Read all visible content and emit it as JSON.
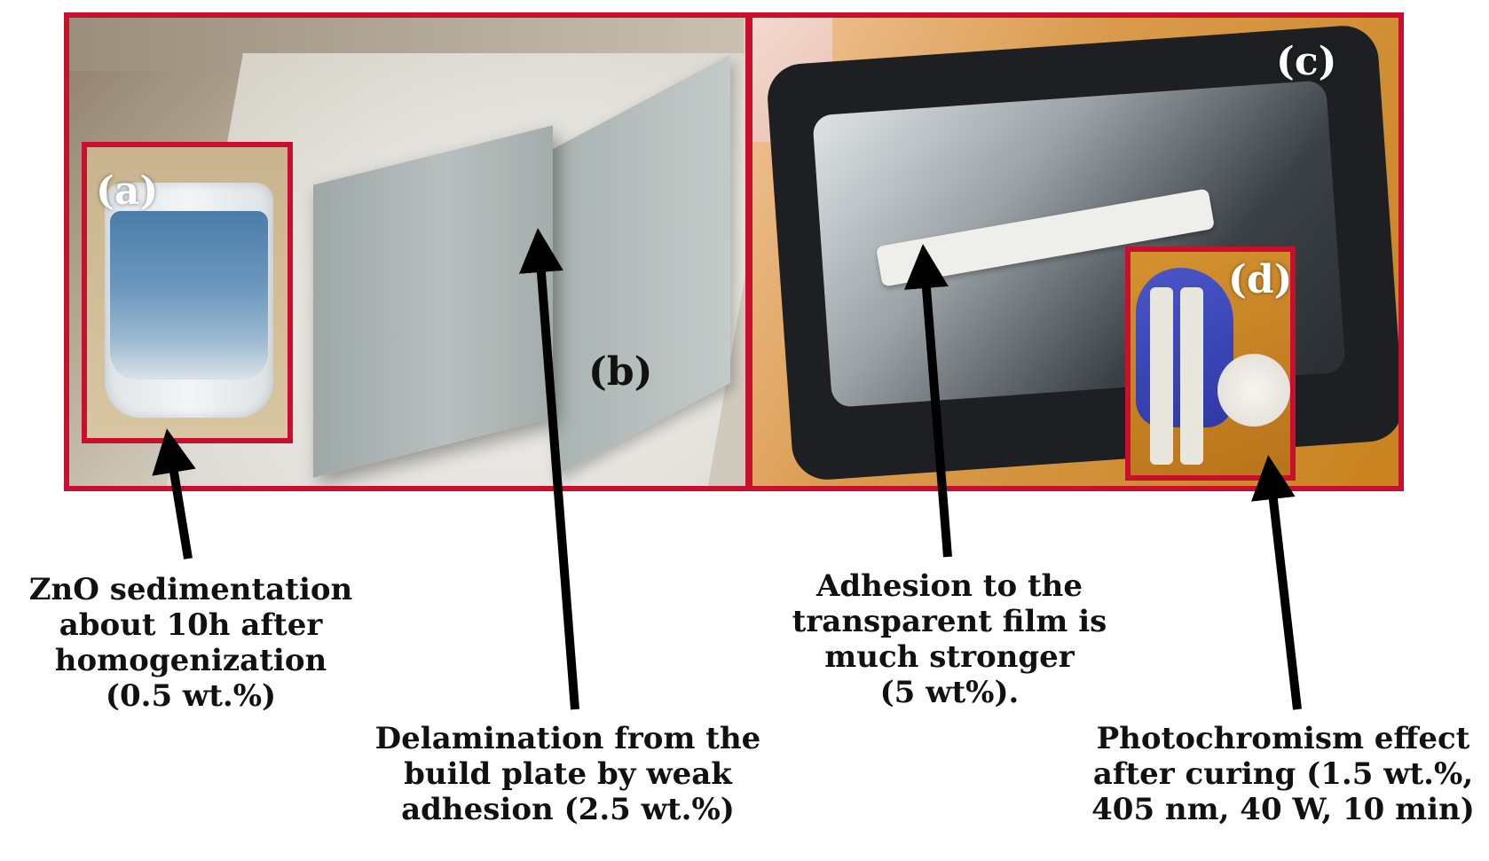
{
  "panels": {
    "a": {
      "label": "(a)"
    },
    "b": {
      "label": "(b)"
    },
    "c": {
      "label": "(c)"
    },
    "d": {
      "label": "(d)"
    }
  },
  "captions": {
    "a": [
      "ZnO sedimentation",
      "about 10h after",
      "homogenization",
      "(0.5 wt.%)"
    ],
    "b": [
      "Delamination from the",
      "build plate by weak",
      "adhesion (2.5 wt.%)"
    ],
    "c": [
      "Adhesion to the",
      "transparent film is",
      "much stronger",
      "(5 wt%)."
    ],
    "d": [
      "Photochromism effect",
      "after curing (1.5 wt.%,",
      "405 nm, 40 W, 10 min)"
    ]
  },
  "colors": {
    "frame": "#c8102e",
    "text": "#111111",
    "arrow": "#000000"
  }
}
